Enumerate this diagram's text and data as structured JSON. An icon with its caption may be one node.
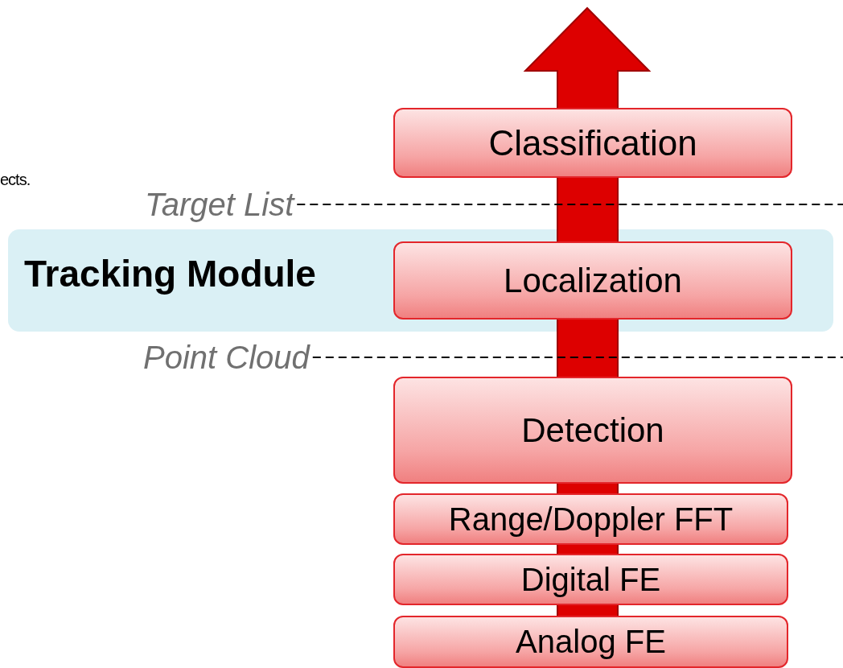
{
  "diagram": {
    "nodes": [
      {
        "text": [
          "Classification"
        ]
      },
      {
        "text": [
          "Tracking Module"
        ]
      },
      {
        "text": [
          "Localization"
        ],
        "in": 1
      },
      {
        "text": [
          "Detection"
        ]
      },
      {
        "text": [
          "Range/Doppler FFT"
        ]
      },
      {
        "text": [
          "Digital FE"
        ]
      },
      {
        "text": [
          "Analog FE"
        ]
      }
    ],
    "edges": [],
    "labels": [
      "ects.",
      "Target List",
      "Point Cloud"
    ]
  }
}
